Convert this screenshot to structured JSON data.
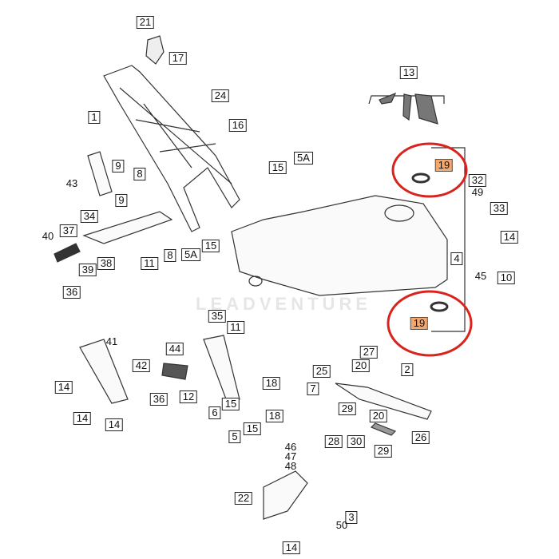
{
  "diagram": {
    "watermark": "LEADVENTURE",
    "highlight_color": "#f5a76c",
    "circle_color": "#d9231f"
  },
  "callouts": [
    "21",
    "17",
    "24",
    "1",
    "16",
    "13",
    "9",
    "8",
    "43",
    "9",
    "15",
    "5A",
    "19",
    "32",
    "49",
    "33",
    "34",
    "40",
    "37",
    "14",
    "38",
    "11",
    "8",
    "5A",
    "15",
    "39",
    "4",
    "45",
    "10",
    "36",
    "19",
    "35",
    "11",
    "41",
    "44",
    "27",
    "42",
    "20",
    "2",
    "25",
    "18",
    "14",
    "36",
    "12",
    "7",
    "15",
    "29",
    "14",
    "6",
    "14",
    "15",
    "18",
    "20",
    "5",
    "28",
    "30",
    "26",
    "29",
    "46",
    "47",
    "48",
    "22",
    "3",
    "50",
    "14"
  ]
}
